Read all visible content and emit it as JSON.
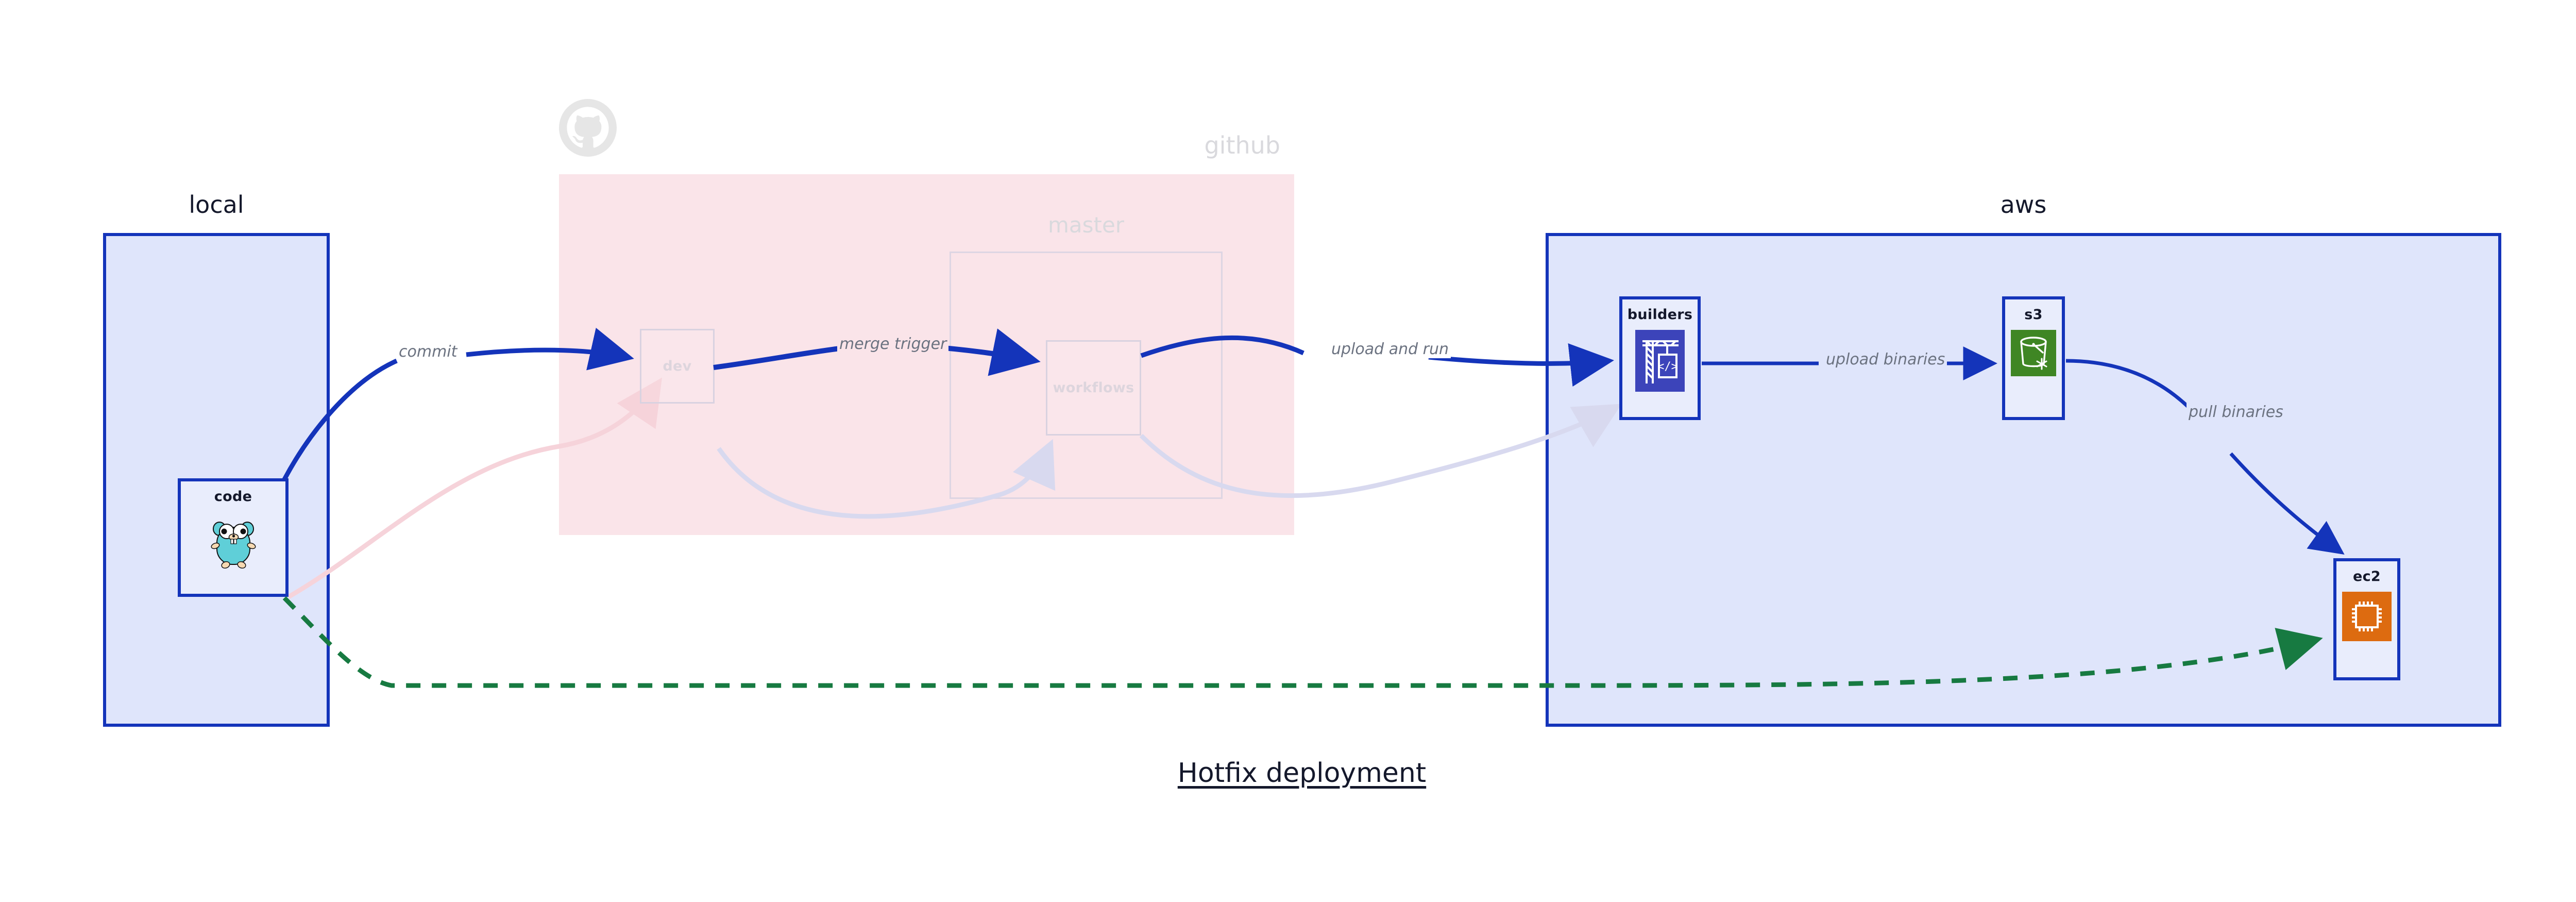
{
  "figure": {
    "title": "Hotfix deployment"
  },
  "clusters": [
    {
      "id": "local",
      "label": "local",
      "style": "solid"
    },
    {
      "id": "github",
      "label": "github",
      "style": "faded"
    },
    {
      "id": "aws",
      "label": "aws",
      "style": "solid"
    }
  ],
  "subclusters": [
    {
      "id": "master",
      "label": "master",
      "parent": "github",
      "style": "faded"
    }
  ],
  "nodes": [
    {
      "id": "code",
      "label": "code",
      "cluster": "local",
      "icon": "go-gopher-icon",
      "style": "solid"
    },
    {
      "id": "dev",
      "label": "dev",
      "cluster": "github",
      "icon": "none",
      "style": "faded"
    },
    {
      "id": "workflows",
      "label": "workflows",
      "cluster": "master",
      "icon": "none",
      "style": "faded"
    },
    {
      "id": "builders",
      "label": "builders",
      "cluster": "aws",
      "icon": "aws-codebuild-icon",
      "style": "solid"
    },
    {
      "id": "s3",
      "label": "s3",
      "cluster": "aws",
      "icon": "aws-s3-glacier-icon",
      "style": "solid"
    },
    {
      "id": "ec2",
      "label": "ec2",
      "cluster": "aws",
      "icon": "aws-ec2-icon",
      "style": "solid"
    }
  ],
  "edges": [
    {
      "id": "e1",
      "from": "code",
      "to": "dev",
      "label": "commit",
      "style": "solid-blue",
      "label_bg": "on-white"
    },
    {
      "id": "e2",
      "from": "dev",
      "to": "workflows",
      "label": "merge trigger",
      "style": "solid-blue",
      "label_bg": "on-pink"
    },
    {
      "id": "e3",
      "from": "workflows",
      "to": "builders",
      "label": "upload and run",
      "style": "solid-blue",
      "label_bg": "on-white"
    },
    {
      "id": "e4",
      "from": "builders",
      "to": "s3",
      "label": "upload binaries",
      "style": "solid-blue",
      "label_bg": "on-blue"
    },
    {
      "id": "e5",
      "from": "s3",
      "to": "ec2",
      "label": "pull binaries",
      "style": "solid-blue",
      "label_bg": "on-blue"
    },
    {
      "id": "e6",
      "from": "code",
      "to": "ec2",
      "label": "",
      "style": "dashed-green",
      "label_bg": "on-white"
    }
  ],
  "ghost_edges": [
    {
      "id": "g1",
      "from": "code",
      "to": "dev",
      "style": "faded-pink"
    },
    {
      "id": "g2",
      "from": "dev",
      "to": "workflows",
      "style": "faded-blue"
    },
    {
      "id": "g3",
      "from": "workflows",
      "to": "builders",
      "style": "faded-blue"
    }
  ],
  "colors": {
    "accent_blue": "#1434ba",
    "cluster_blue_fill": "#dfe5fb",
    "cluster_pink_fill": "#fae4e9",
    "node_fill": "#e9edfc",
    "label_grey": "#6b7280",
    "dashed_green": "#177a41",
    "text_dark": "#14182b",
    "ghost_grey": "#d9d9dd",
    "codebuild_indigo": "#3c44ba",
    "s3_green": "#3f8624",
    "ec2_orange": "#dd6b10",
    "gopher_teal": "#5fcfd8"
  },
  "icons": {
    "github_logo": "github-octocat-icon",
    "go_gopher": "go-gopher-icon",
    "codebuild": "aws-codebuild-icon",
    "s3": "aws-s3-glacier-icon",
    "ec2": "aws-ec2-icon"
  }
}
